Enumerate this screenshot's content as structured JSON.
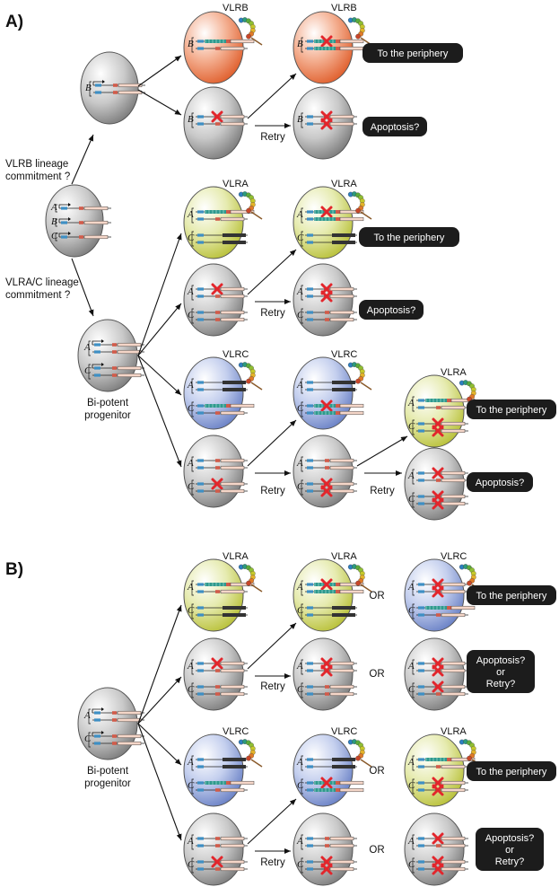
{
  "sections": {
    "a": "A)",
    "b": "B)"
  },
  "labels": {
    "vlrb_commit_1": "VLRB lineage",
    "vlrb_commit_2": "commitment ?",
    "vlrac_commit_1": "VLRA/C lineage",
    "vlrac_commit_2": "commitment ?",
    "bipotent_1": "Bi-potent",
    "bipotent_2": "progenitor",
    "retry": "Retry",
    "or": "OR"
  },
  "boxes": {
    "periphery": "To the periphery",
    "apoptosis": "Apoptosis?",
    "apoptosis_or": "or",
    "retry_q": "Retry?"
  },
  "receptors": {
    "vlrb": "VLRB",
    "vlra": "VLRA",
    "vlrc": "VLRC"
  },
  "loci": {
    "a": "A",
    "b": "B",
    "c": "C"
  },
  "colors": {
    "gray": "#9a9a9a",
    "orange": "#e8774a",
    "yellow": "#c8d14a",
    "blue": "#6f86c8",
    "cross": "#e2262c",
    "box": "#1c1c1c"
  }
}
